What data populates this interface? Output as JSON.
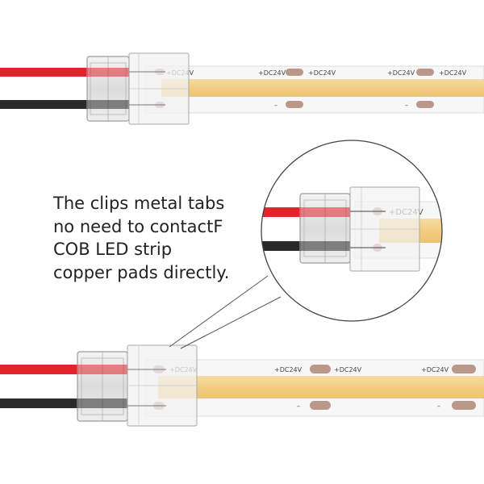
{
  "caption": {
    "lines": [
      "The clips metal tabs",
      "no need to contactF",
      "COB LED strip",
      "copper pads directly."
    ]
  },
  "strip_labels": {
    "positive": "+DC24V",
    "negative": "–"
  },
  "colors": {
    "red_wire": "#e0242c",
    "black_wire": "#2a2a2a",
    "cob_phosphor": "#f2cf86",
    "strip_base": "#f7f7f7",
    "copper_pad": "#b9988a",
    "connector_body": "#e9e9e9",
    "connector_clear": "#f1f1f1"
  }
}
